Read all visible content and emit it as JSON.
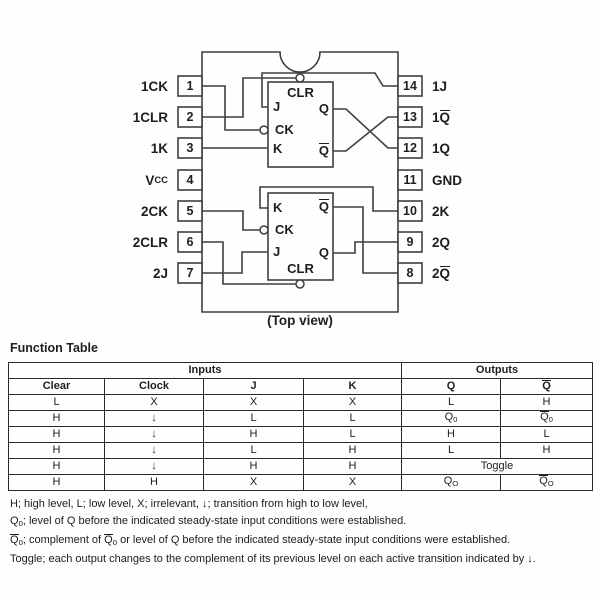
{
  "diagram": {
    "caption": "(Top view)",
    "left_pins": [
      {
        "num": "1",
        "label": [
          {
            "t": "1CK"
          }
        ]
      },
      {
        "num": "2",
        "label": [
          {
            "t": "1CLR"
          }
        ]
      },
      {
        "num": "3",
        "label": [
          {
            "t": "1K"
          }
        ]
      },
      {
        "num": "4",
        "label": [
          {
            "t": "V"
          },
          {
            "t": "CC",
            "sub": true
          }
        ]
      },
      {
        "num": "5",
        "label": [
          {
            "t": "2CK"
          }
        ]
      },
      {
        "num": "6",
        "label": [
          {
            "t": "2CLR"
          }
        ]
      },
      {
        "num": "7",
        "label": [
          {
            "t": "2J"
          }
        ]
      }
    ],
    "right_pins": [
      {
        "num": "14",
        "label": [
          {
            "t": "1J"
          }
        ]
      },
      {
        "num": "13",
        "label": [
          {
            "t": "1"
          },
          {
            "t": "Q",
            "ov": true
          }
        ]
      },
      {
        "num": "12",
        "label": [
          {
            "t": "1Q"
          }
        ]
      },
      {
        "num": "11",
        "label": [
          {
            "t": "GND"
          }
        ]
      },
      {
        "num": "10",
        "label": [
          {
            "t": "2K"
          }
        ]
      },
      {
        "num": "9",
        "label": [
          {
            "t": "2Q"
          }
        ]
      },
      {
        "num": "8",
        "label": [
          {
            "t": "2"
          },
          {
            "t": "Q",
            "ov": true
          }
        ]
      }
    ],
    "ff1": {
      "clr": "CLR",
      "j": "J",
      "ck": "CK",
      "k": "K",
      "q": "Q",
      "qbar": [
        {
          "t": "Q",
          "ov": true
        }
      ]
    },
    "ff2": {
      "k": "K",
      "ck": "CK",
      "j": "J",
      "clr": "CLR",
      "q": "Q",
      "qbar": [
        {
          "t": "Q",
          "ov": true
        }
      ]
    }
  },
  "table": {
    "title": "Function Table",
    "groups": [
      {
        "label": "Inputs",
        "span": 4
      },
      {
        "label": "Outputs",
        "span": 2
      }
    ],
    "columns": [
      [
        {
          "t": "Clear"
        }
      ],
      [
        {
          "t": "Clock"
        }
      ],
      [
        {
          "t": "J"
        }
      ],
      [
        {
          "t": "K"
        }
      ],
      [
        {
          "t": "Q"
        }
      ],
      [
        {
          "t": "Q",
          "ov": true
        }
      ]
    ],
    "rows": [
      {
        "cells": [
          [
            {
              "t": "L"
            }
          ],
          [
            {
              "t": "X"
            }
          ],
          [
            {
              "t": "X"
            }
          ],
          [
            {
              "t": "X"
            }
          ],
          [
            {
              "t": "L"
            }
          ],
          [
            {
              "t": "H"
            }
          ]
        ]
      },
      {
        "cells": [
          [
            {
              "t": "H"
            }
          ],
          [
            {
              "t": "↓"
            }
          ],
          [
            {
              "t": "L"
            }
          ],
          [
            {
              "t": "L"
            }
          ],
          [
            {
              "t": "Q"
            },
            {
              "t": "0",
              "sub": true
            }
          ],
          [
            {
              "t": "Q",
              "ov": true
            },
            {
              "t": "0",
              "sub": true
            }
          ]
        ]
      },
      {
        "cells": [
          [
            {
              "t": "H"
            }
          ],
          [
            {
              "t": "↓"
            }
          ],
          [
            {
              "t": "H"
            }
          ],
          [
            {
              "t": "L"
            }
          ],
          [
            {
              "t": "H"
            }
          ],
          [
            {
              "t": "L"
            }
          ]
        ]
      },
      {
        "cells": [
          [
            {
              "t": "H"
            }
          ],
          [
            {
              "t": "↓"
            }
          ],
          [
            {
              "t": "L"
            }
          ],
          [
            {
              "t": "H"
            }
          ],
          [
            {
              "t": "L"
            }
          ],
          [
            {
              "t": "H"
            }
          ]
        ]
      },
      {
        "cells": [
          [
            {
              "t": "H"
            }
          ],
          [
            {
              "t": "↓"
            }
          ],
          [
            {
              "t": "H"
            }
          ],
          [
            {
              "t": "H"
            }
          ],
          [
            {
              "t": "Toggle"
            }
          ]
        ]
      },
      {
        "cells": [
          [
            {
              "t": "H"
            }
          ],
          [
            {
              "t": "H"
            }
          ],
          [
            {
              "t": "X"
            }
          ],
          [
            {
              "t": "X"
            }
          ],
          [
            {
              "t": "Q"
            },
            {
              "t": "O",
              "sub": true
            }
          ],
          [
            {
              "t": "Q",
              "ov": true
            },
            {
              "t": "O",
              "sub": true
            }
          ]
        ]
      }
    ]
  },
  "footnotes": [
    [
      {
        "t": "H; high level, L; low level, X; irrelevant, ↓; transition from high to low level,"
      }
    ],
    [
      {
        "t": "Q"
      },
      {
        "t": "0",
        "sub": true
      },
      {
        "t": "; level of Q before the indicated steady-state input conditions were established."
      }
    ],
    [
      {
        "t": "Q",
        "ov": true
      },
      {
        "t": "0",
        "sub": true
      },
      {
        "t": "; complement of "
      },
      {
        "t": "Q",
        "ov": true
      },
      {
        "t": "0",
        "sub": true
      },
      {
        "t": " or level of Q before the indicated steady-state input conditions were established."
      }
    ],
    [
      {
        "t": "Toggle; each output changes to the complement of its previous level on each active transition indicated by ↓."
      }
    ]
  ]
}
